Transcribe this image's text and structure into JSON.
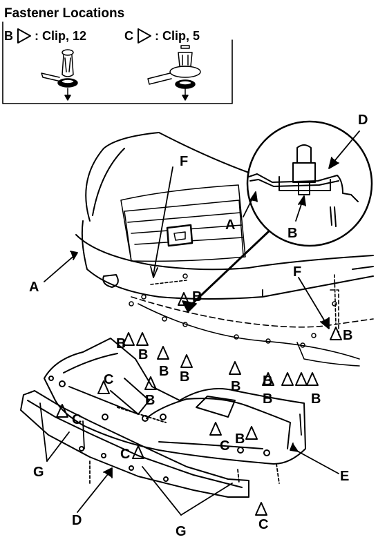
{
  "header": {
    "title": "Fastener Locations",
    "clip_b": {
      "letter": "B",
      "label": ": Clip, 12"
    },
    "clip_c": {
      "letter": "C",
      "label": ": Clip, 5"
    }
  },
  "callouts": {
    "A": "A",
    "B": "B",
    "C": "C",
    "D": "D",
    "E": "E",
    "F": "F",
    "G": "G"
  }
}
